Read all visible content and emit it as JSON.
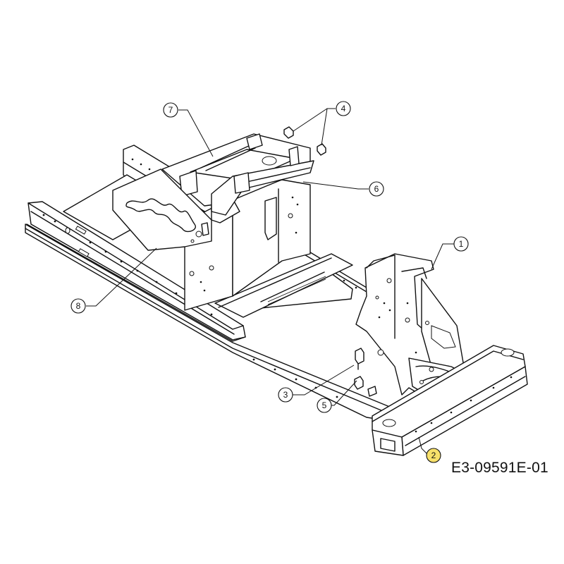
{
  "drawing_code": "E3-09591E-01",
  "highlight_color": "#f7e06a",
  "callouts": [
    {
      "id": "1",
      "label": "1",
      "highlighted": false
    },
    {
      "id": "2",
      "label": "2",
      "highlighted": true
    },
    {
      "id": "3",
      "label": "3",
      "highlighted": false
    },
    {
      "id": "4",
      "label": "4",
      "highlighted": false
    },
    {
      "id": "5",
      "label": "5",
      "highlighted": false
    },
    {
      "id": "6",
      "label": "6",
      "highlighted": false
    },
    {
      "id": "7",
      "label": "7",
      "highlighted": false
    },
    {
      "id": "8",
      "label": "8",
      "highlighted": false
    }
  ]
}
